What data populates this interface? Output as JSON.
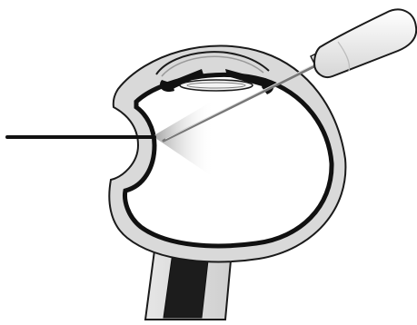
{
  "figure": {
    "colors": {
      "background": "#ffffff",
      "outline": "#1a1a1a",
      "sclera_fill": "#d9d9d9",
      "retina_dark": "#111111",
      "instrument_light": "#eeeeee",
      "light_cone": "#bbbbbb"
    },
    "parts": [
      "eye-cross-section",
      "optic-nerve",
      "crystalline-lens",
      "iris",
      "fiber-optic-light-probe",
      "handheld-instrument",
      "light-cone"
    ]
  }
}
